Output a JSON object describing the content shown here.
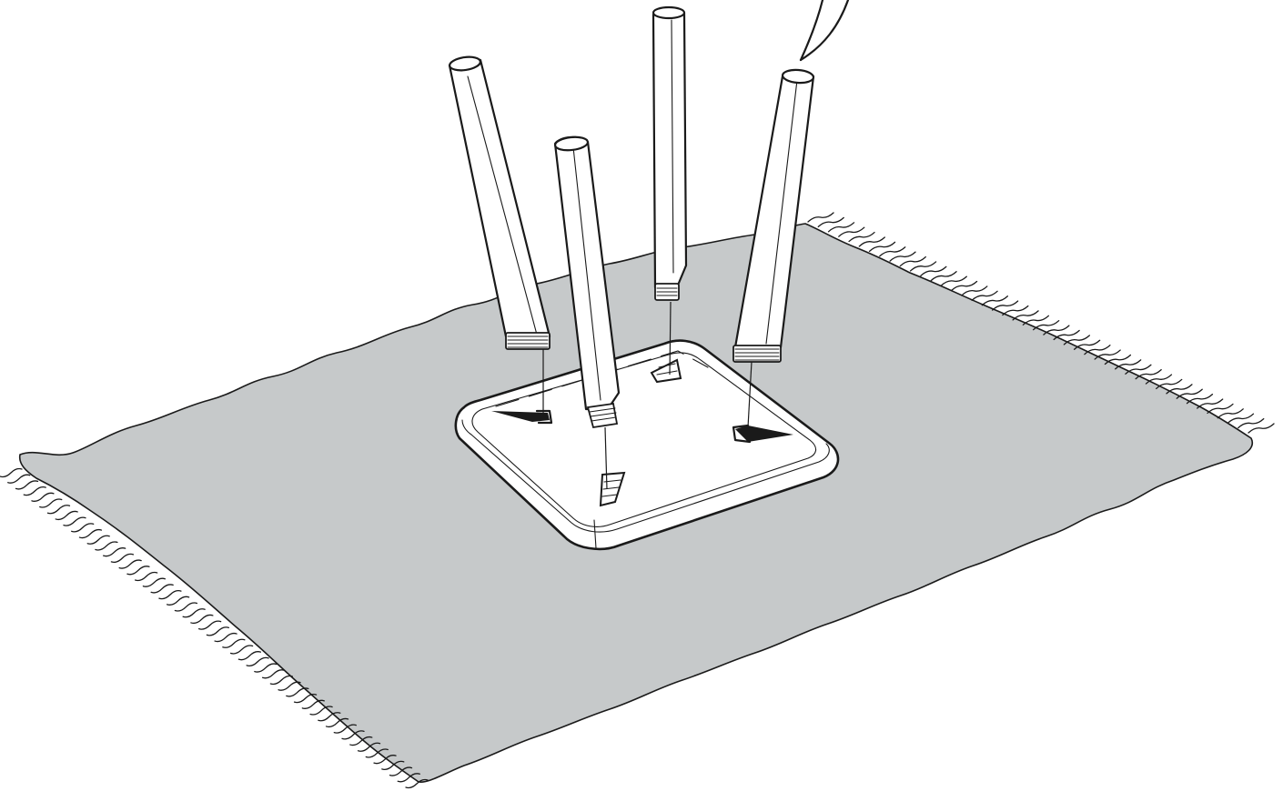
{
  "colors": {
    "ink": "#1a1a1a",
    "paper": "#ffffff",
    "rug": "#c6c9ca",
    "plate_shadow": "#f2f2f2"
  },
  "figure": {
    "objects": [
      "floor-rug",
      "leg-mounting-plate",
      "table-leg",
      "table-leg",
      "table-leg",
      "table-leg",
      "callout-pointer"
    ],
    "leg_count": 4,
    "text": []
  }
}
